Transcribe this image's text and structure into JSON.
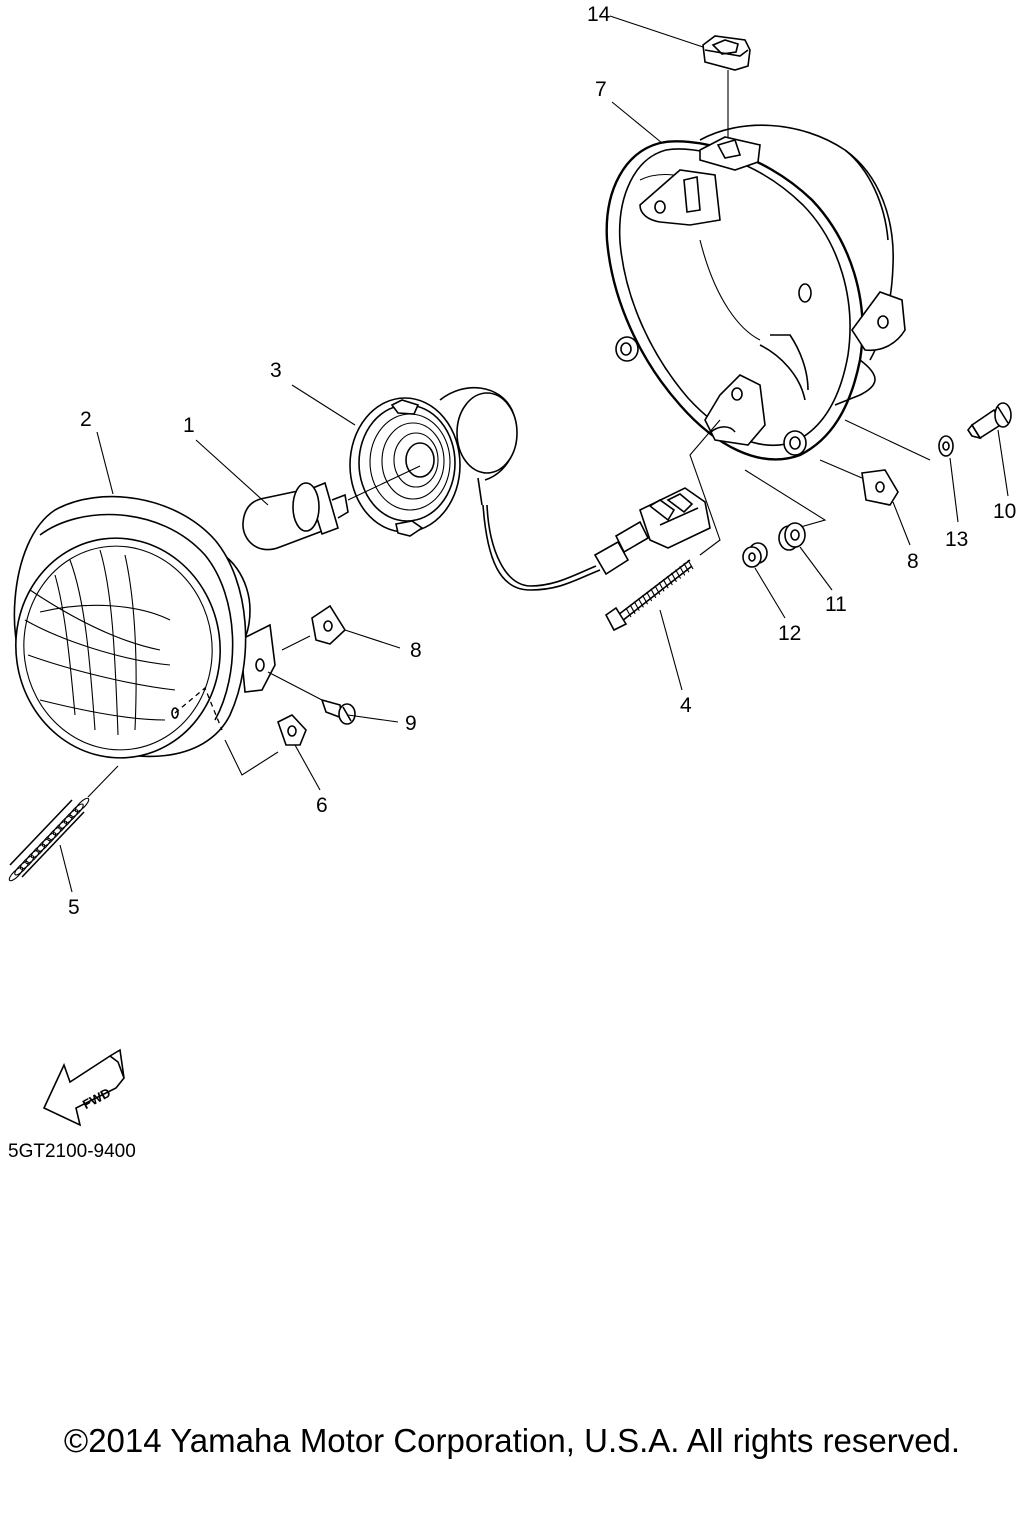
{
  "diagram": {
    "parts": [
      {
        "id": "1",
        "label": "1"
      },
      {
        "id": "2",
        "label": "2"
      },
      {
        "id": "3",
        "label": "3"
      },
      {
        "id": "4",
        "label": "4"
      },
      {
        "id": "5",
        "label": "5"
      },
      {
        "id": "6",
        "label": "6"
      },
      {
        "id": "7",
        "label": "7"
      },
      {
        "id": "8a",
        "label": "8"
      },
      {
        "id": "8b",
        "label": "8"
      },
      {
        "id": "9",
        "label": "9"
      },
      {
        "id": "10",
        "label": "10"
      },
      {
        "id": "11",
        "label": "11"
      },
      {
        "id": "12",
        "label": "12"
      },
      {
        "id": "13",
        "label": "13"
      },
      {
        "id": "14",
        "label": "14"
      }
    ],
    "fwd_label": "FWD",
    "reference_code": "5GT2100-9400"
  },
  "footer": {
    "copyright": "©2014 Yamaha Motor Corporation, U.S.A. All rights reserved."
  }
}
